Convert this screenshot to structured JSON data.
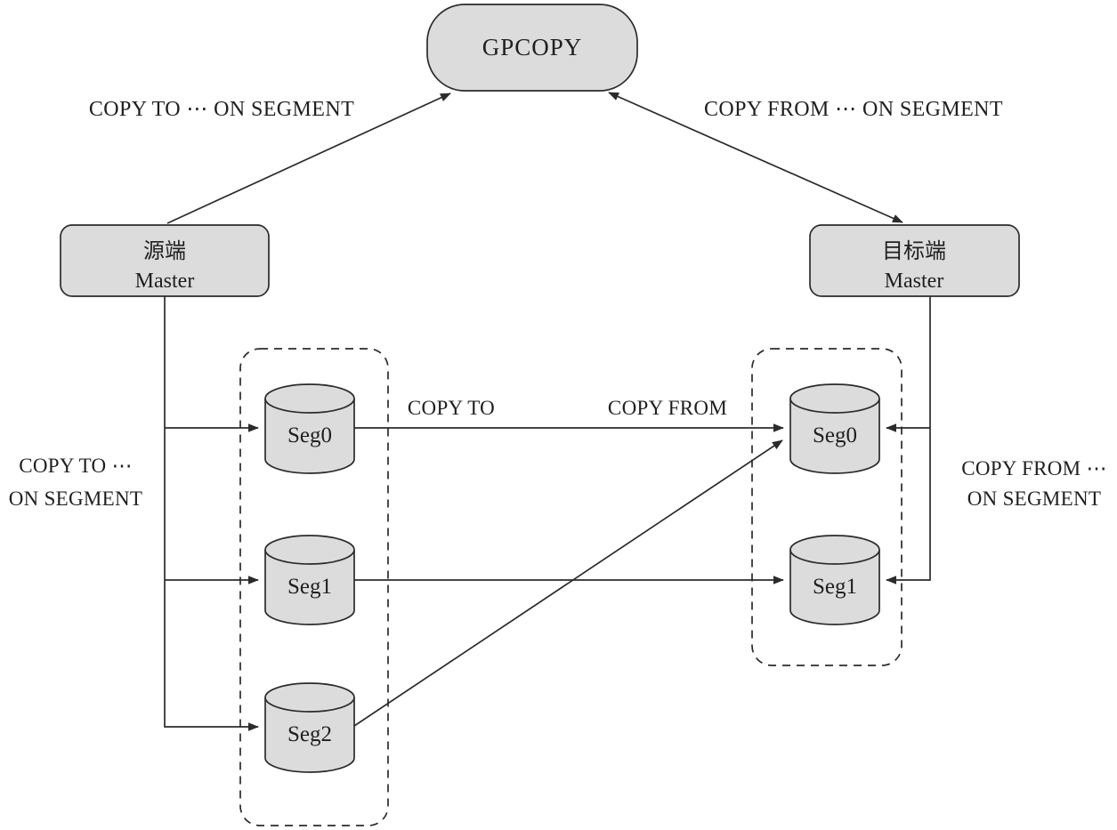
{
  "diagram": {
    "gpcopy": {
      "label": "GPCOPY"
    },
    "source_master": {
      "line1": "源端",
      "line2": "Master"
    },
    "target_master": {
      "line1": "目标端",
      "line2": "Master"
    },
    "source_segments": [
      "Seg0",
      "Seg1",
      "Seg2"
    ],
    "target_segments": [
      "Seg0",
      "Seg1"
    ],
    "labels": {
      "top_left": "COPY TO ⋯ ON SEGMENT",
      "top_right": "COPY FROM ⋯ ON SEGMENT",
      "mid_left": "COPY TO",
      "mid_right": "COPY FROM",
      "side_left_line1": "COPY TO ⋯",
      "side_left_line2": "ON SEGMENT",
      "side_right_line1": "COPY FROM ⋯",
      "side_right_line2": "ON SEGMENT"
    },
    "colors": {
      "node_fill": "#dcdcdc",
      "line": "#2b2b2b",
      "text": "#1f1f1f",
      "background": "#ffffff"
    }
  }
}
